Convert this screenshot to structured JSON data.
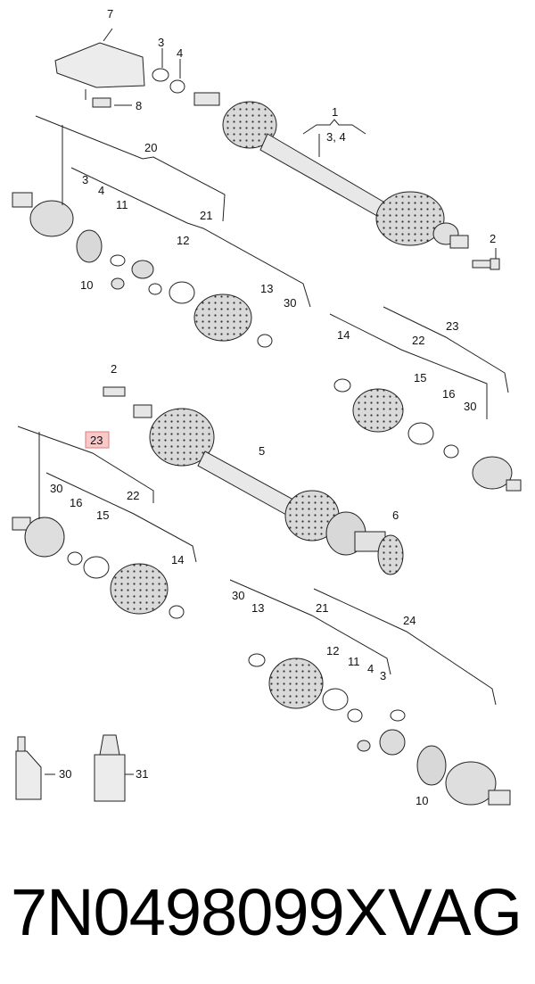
{
  "callouts": {
    "c1": "1",
    "c2a": "2",
    "c2b": "2",
    "c3a": "3",
    "c3b": "3",
    "c3c": "3",
    "c34": "3, 4",
    "c4a": "4",
    "c4b": "4",
    "c4c": "4",
    "c5": "5",
    "c6": "6",
    "c7": "7",
    "c8": "8",
    "c10a": "10",
    "c10b": "10",
    "c11a": "11",
    "c11b": "11",
    "c12a": "12",
    "c12b": "12",
    "c13a": "13",
    "c13b": "13",
    "c14a": "14",
    "c14b": "14",
    "c15a": "15",
    "c15b": "15",
    "c16a": "16",
    "c16b": "16",
    "c20": "20",
    "c21a": "21",
    "c21b": "21",
    "c22a": "22",
    "c22b": "22",
    "c23a": "23",
    "c23b": "23",
    "c24": "24",
    "c30a": "30",
    "c30b": "30",
    "c30c": "30",
    "c30d": "30",
    "c30e": "30",
    "c31": "31"
  },
  "highlight": {
    "label": "23",
    "color": "#e07a7a",
    "fill": "#f7c9c9"
  },
  "footer": {
    "part_number": "7N0498099X",
    "brand": "VAG"
  }
}
